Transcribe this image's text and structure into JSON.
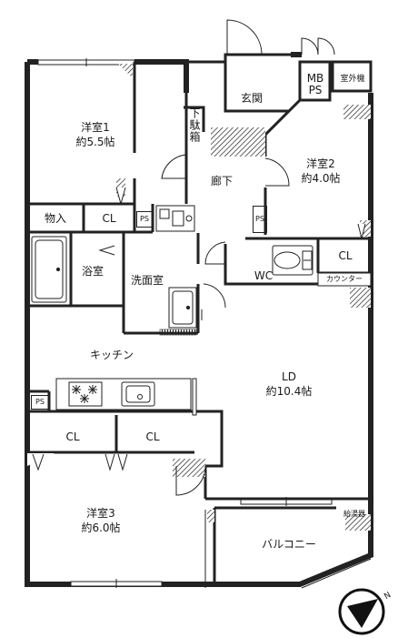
{
  "rooms": {
    "western1": {
      "name": "洋室1",
      "size": "約5.5帖"
    },
    "western2": {
      "name": "洋室2",
      "size": "約4.0帖"
    },
    "western3": {
      "name": "洋室3",
      "size": "約6.0帖"
    },
    "ld": {
      "name": "LD",
      "size": "約10.4帖"
    },
    "kitchen": "キッチン",
    "entrance": "玄関",
    "hallway": "廊下",
    "shoe_box": "下駄箱",
    "bath": "浴室",
    "washroom": "洗面室",
    "wc": "WC",
    "balcony": "バルコニー",
    "storage": "物入",
    "mbps_top": "MB",
    "mbps_bottom": "PS",
    "outdoor_unit": "室外機",
    "counter": "カウンター",
    "water_heater": "給湯器"
  },
  "closets": {
    "cl": "CL"
  },
  "pipe_space": "PS",
  "compass": {
    "north": "N"
  }
}
